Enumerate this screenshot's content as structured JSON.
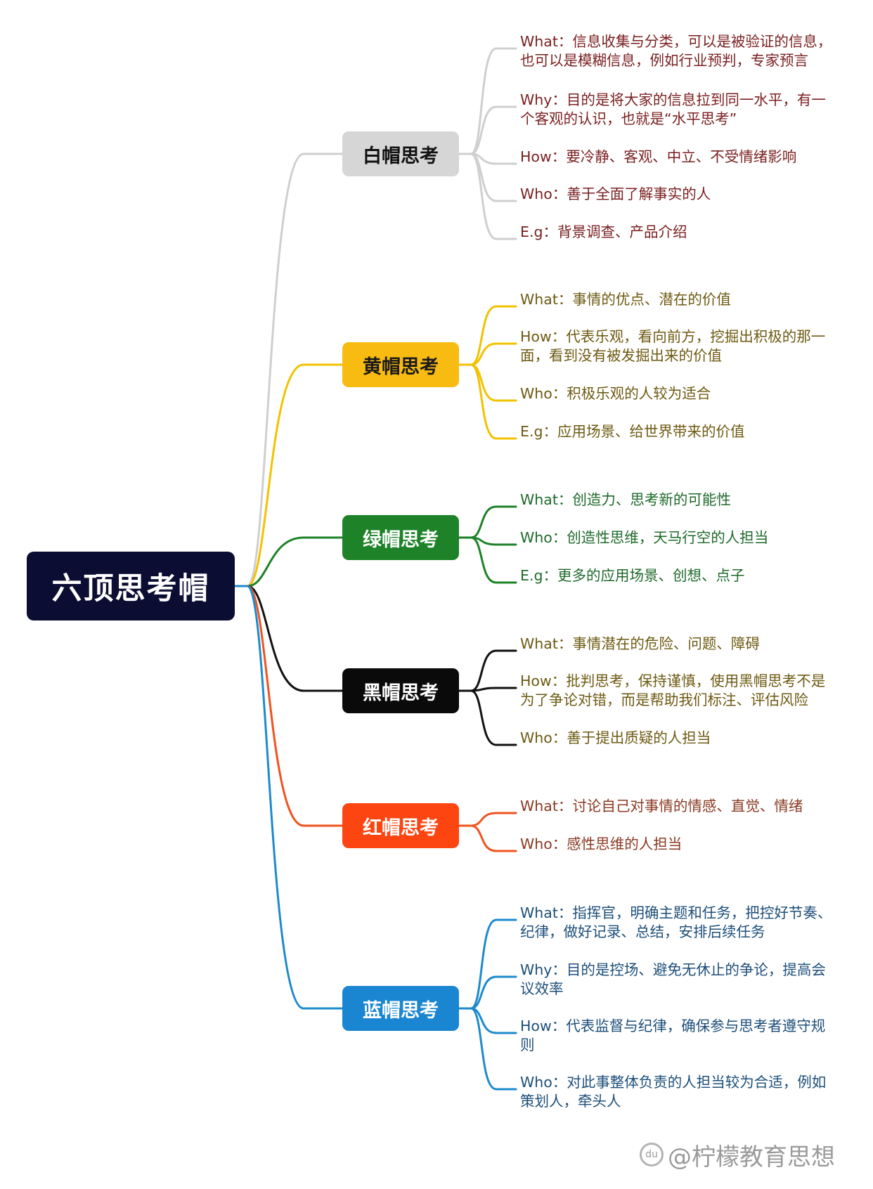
{
  "root": {
    "title": "六顶思考帽",
    "bg": "#0b0d33",
    "fg": "#ffffff"
  },
  "hats": [
    {
      "id": "white",
      "label": "白帽思考",
      "bg": "#d6d6d6",
      "fg": "#111111",
      "line": "#cfcfcf",
      "leafColor": "#7a1f1f",
      "leaves": [
        "What：信息收集与分类，可以是被验证的信息，\n也可以是模糊信息，例如行业预判，专家预言",
        "Why：目的是将大家的信息拉到同一水平，有一\n个客观的认识，也就是“水平思考”",
        "How：要冷静、客观、中立、不受情绪影响",
        "Who：善于全面了解事实的人",
        "E.g：背景调查、产品介绍"
      ]
    },
    {
      "id": "yellow",
      "label": "黄帽思考",
      "bg": "#f8bb12",
      "fg": "#1a1a1a",
      "line": "#f2c200",
      "leafColor": "#6e5a12",
      "leaves": [
        "What：事情的优点、潜在的价值",
        "How：代表乐观，看向前方，挖掘出积极的那一\n面，看到没有被发掘出来的价值",
        "Who：积极乐观的人较为适合",
        "E.g：应用场景、给世界带来的价值"
      ]
    },
    {
      "id": "green",
      "label": "绿帽思考",
      "bg": "#1d8228",
      "fg": "#ffffff",
      "line": "#1d8228",
      "leafColor": "#1f6a2b",
      "leaves": [
        "What：创造力、思考新的可能性",
        "Who：创造性思维，天马行空的人担当",
        "E.g：更多的应用场景、创想、点子"
      ]
    },
    {
      "id": "black",
      "label": "黑帽思考",
      "bg": "#0a0a0a",
      "fg": "#ffffff",
      "line": "#111111",
      "leafColor": "#6e5a12",
      "leaves": [
        "What：事情潜在的危险、问题、障碍",
        "How：批判思考，保持谨慎，使用黑帽思考不是\n为了争论对错，而是帮助我们标注、评估风险",
        "Who：善于提出质疑的人担当"
      ]
    },
    {
      "id": "red",
      "label": "红帽思考",
      "bg": "#fd4512",
      "fg": "#ffffff",
      "line": "#f0531f",
      "leafColor": "#8a3a22",
      "leaves": [
        "What：讨论自己对事情的情感、直觉、情绪",
        "Who：感性思维的人担当"
      ]
    },
    {
      "id": "blue",
      "label": "蓝帽思考",
      "bg": "#1a86d2",
      "fg": "#ffffff",
      "line": "#1e8acc",
      "leafColor": "#1d4f7a",
      "leaves": [
        "What：指挥官，明确主题和任务，把控好节奏、\n纪律，做好记录、总结，安排后续任务",
        "Why：目的是控场、避免无休止的争论，提高会\n议效率",
        "How：代表监督与纪律，确保参与思考者遵守规\n则",
        "Who：对此事整体负责的人担当较为合适，例如\n策划人，牵头人"
      ]
    }
  ],
  "watermark": {
    "icon": "paw-badge-icon",
    "icon_text": "du",
    "text": "@柠檬教育思想"
  }
}
